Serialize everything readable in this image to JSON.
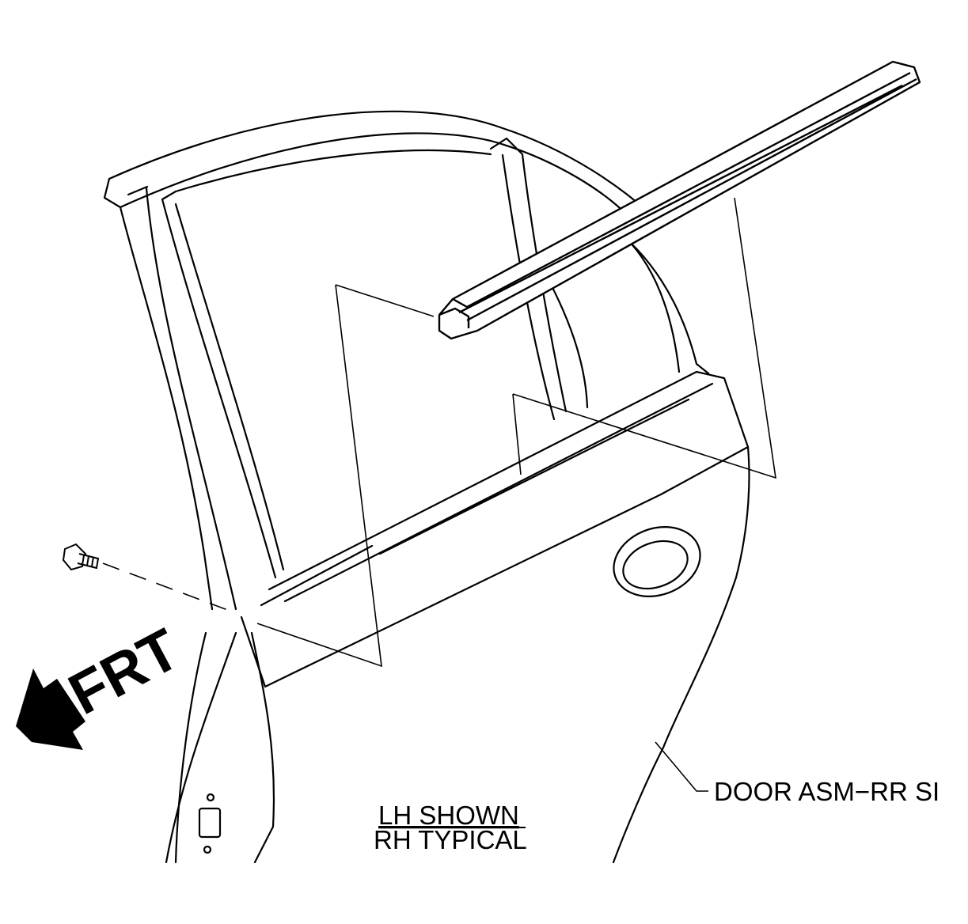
{
  "labels": {
    "frt": "FRT",
    "door_callout": "DOOR ASM−RR SI",
    "shown_line1": "LH SHOWN",
    "shown_line2": "RH TYPICAL"
  },
  "icons": {
    "direction_arrow": "arrow-down-left-icon",
    "fastener": "bolt-icon"
  },
  "colors": {
    "ink": "#000000",
    "paper": "#ffffff"
  }
}
